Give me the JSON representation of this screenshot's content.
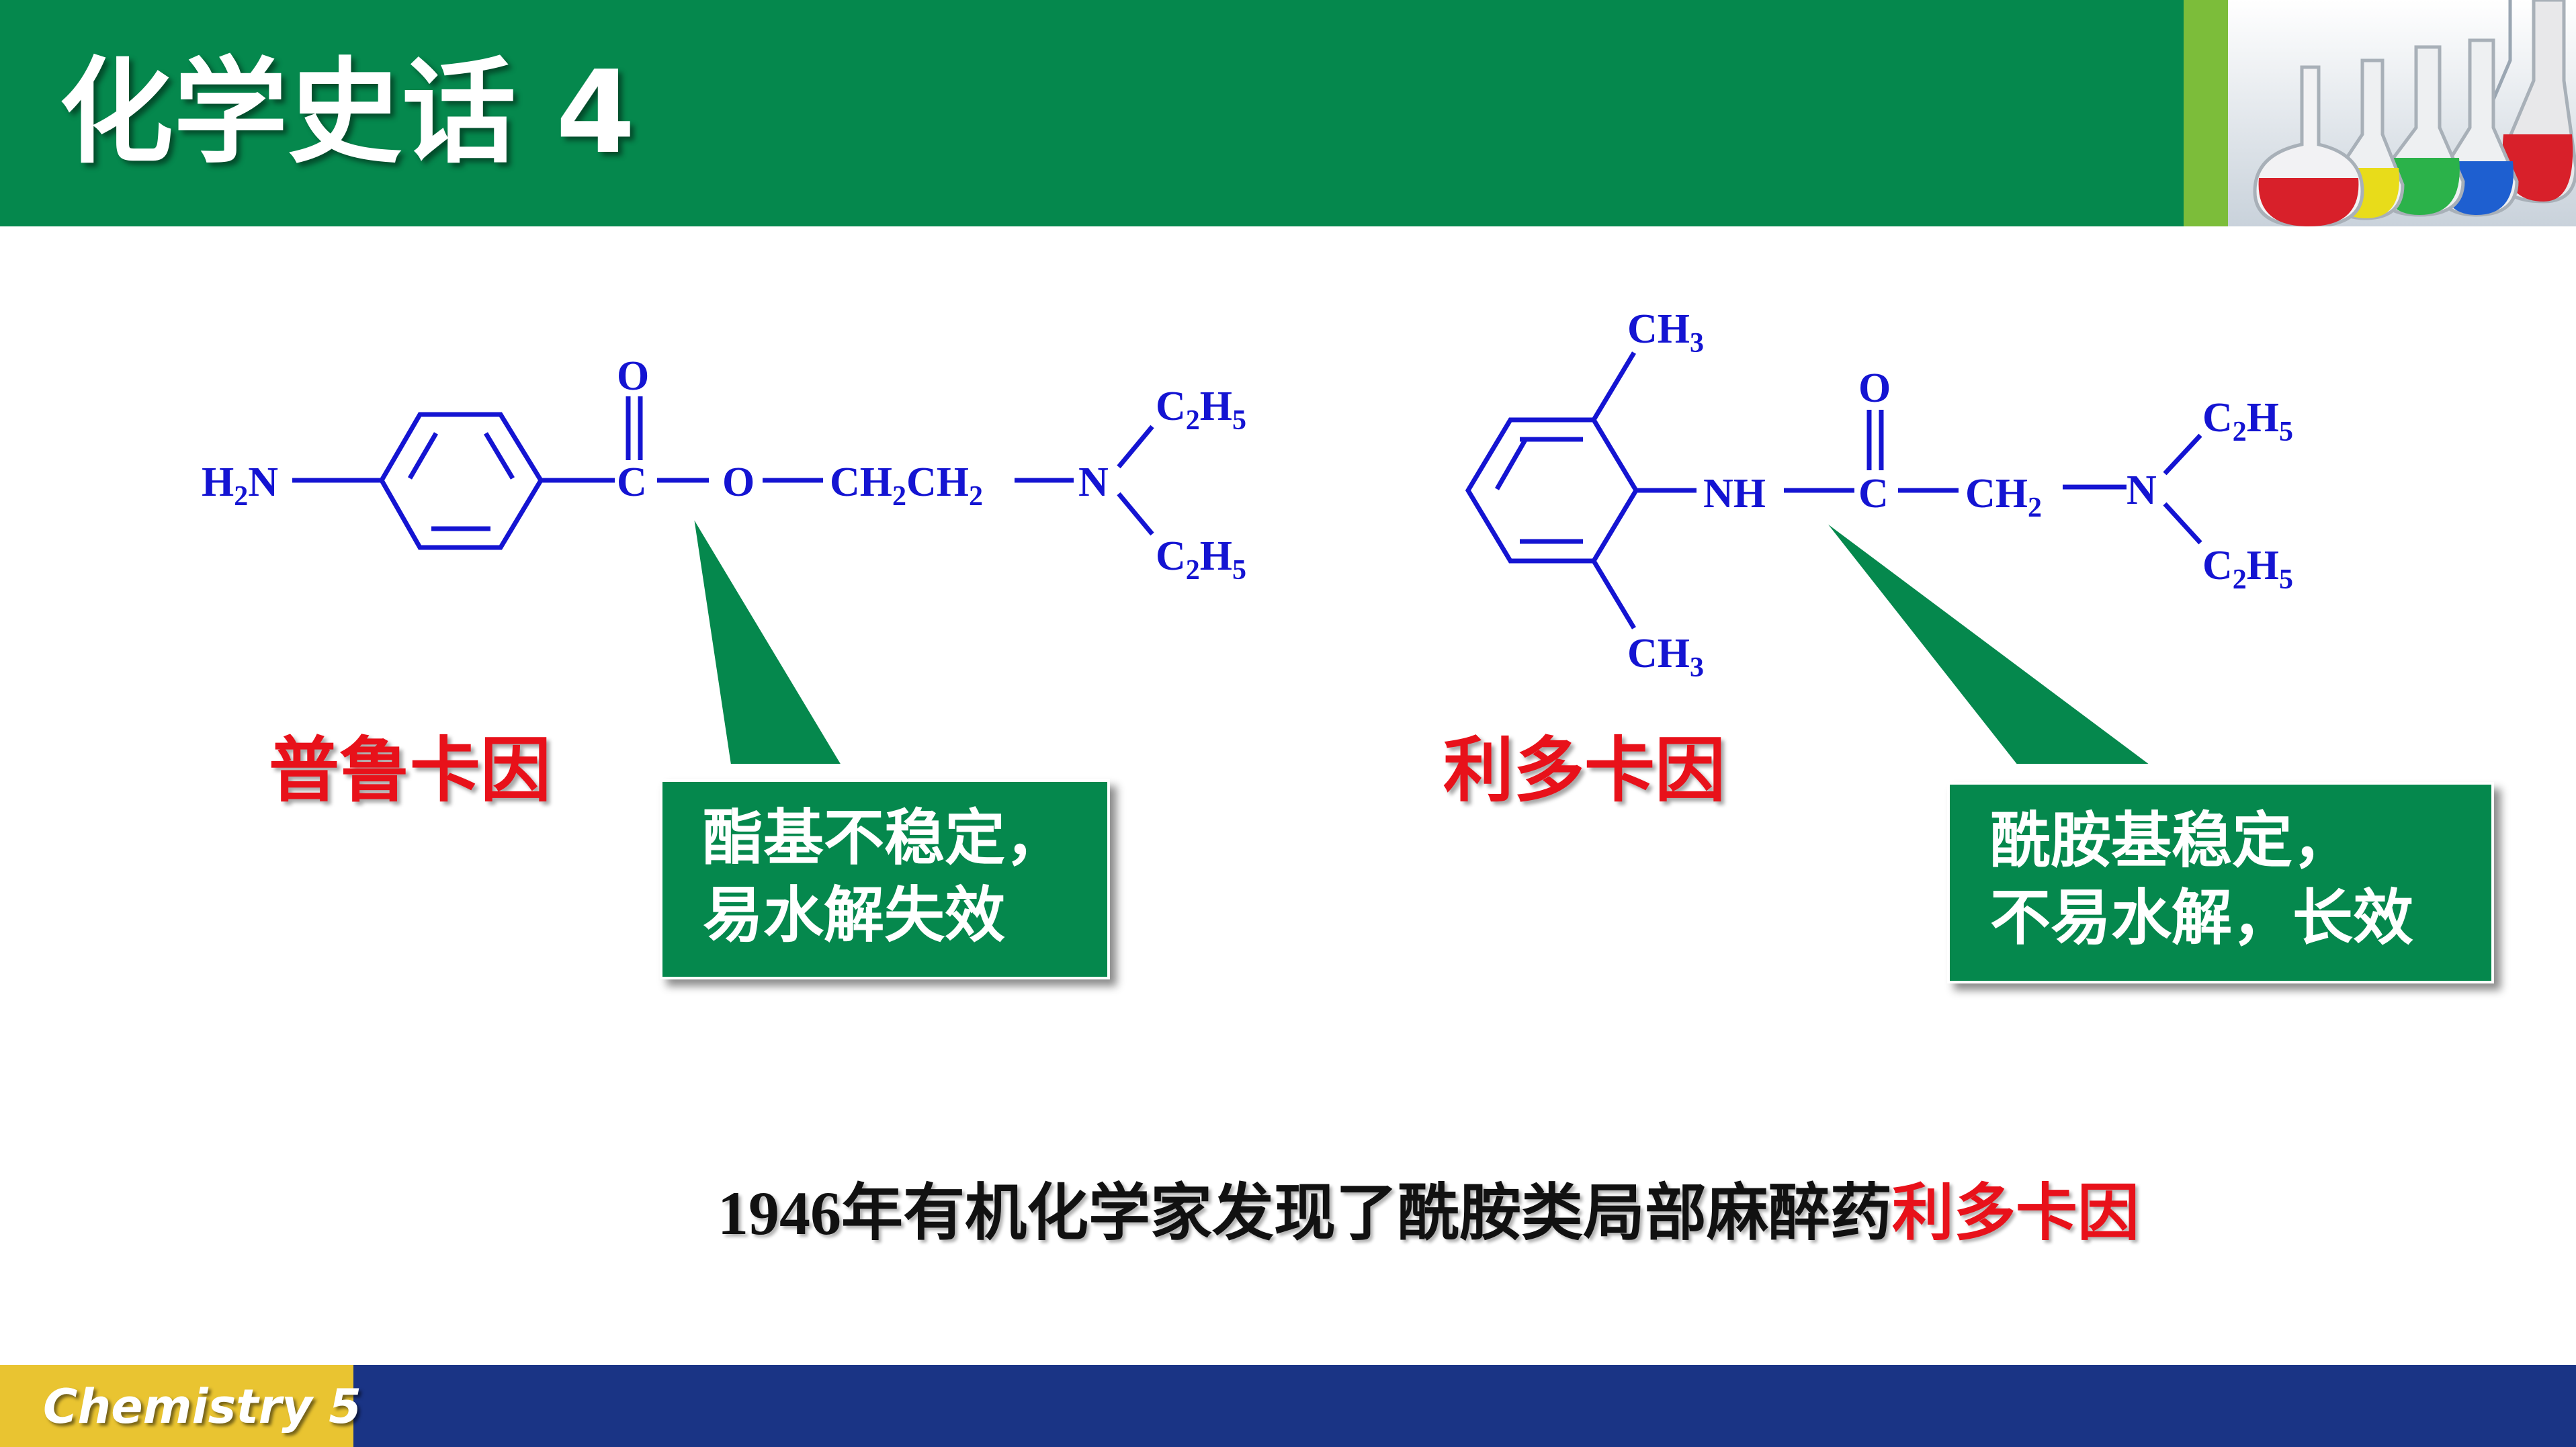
{
  "header": {
    "title": "化学史话 4"
  },
  "procaine": {
    "name": "普鲁卡因",
    "callout_line1": "酯基不稳定，",
    "callout_line2": "易水解失效",
    "atoms": {
      "amine": "H",
      "amine_sub": "2",
      "amine_n": "N",
      "carbonyl_c": "C",
      "carbonyl_o": "O",
      "ester_o": "O",
      "chain": "CH",
      "chain_sub": "2",
      "chain2": "CH",
      "chain2_sub": "2",
      "n": "N",
      "ethyl_c": "C",
      "ethyl_c_sub": "2",
      "ethyl_h": "H",
      "ethyl_h_sub": "5"
    }
  },
  "lidocaine": {
    "name": "利多卡因",
    "callout_line1": "酰胺基稳定，",
    "callout_line2": "不易水解，长效",
    "atoms": {
      "methyl_c": "CH",
      "methyl_sub": "3",
      "nh": "NH",
      "carbonyl_c": "C",
      "carbonyl_o": "O",
      "chain": "CH",
      "chain_sub": "2",
      "n": "N",
      "ethyl_c": "C",
      "ethyl_c_sub": "2",
      "ethyl_h": "H",
      "ethyl_h_sub": "5"
    }
  },
  "bottom": {
    "year": "1946",
    "text": "年有机化学家发现了酰胺类局部麻醉药",
    "highlight": "利多卡因"
  },
  "footer": {
    "label": "Chemistry 5"
  },
  "colors": {
    "header_green": "#05884d",
    "accent_green": "#7cbd3a",
    "structure_blue": "#1414d2",
    "name_red": "#e8111a",
    "footer_yellow": "#e9c431",
    "footer_navy": "#1a3485"
  }
}
